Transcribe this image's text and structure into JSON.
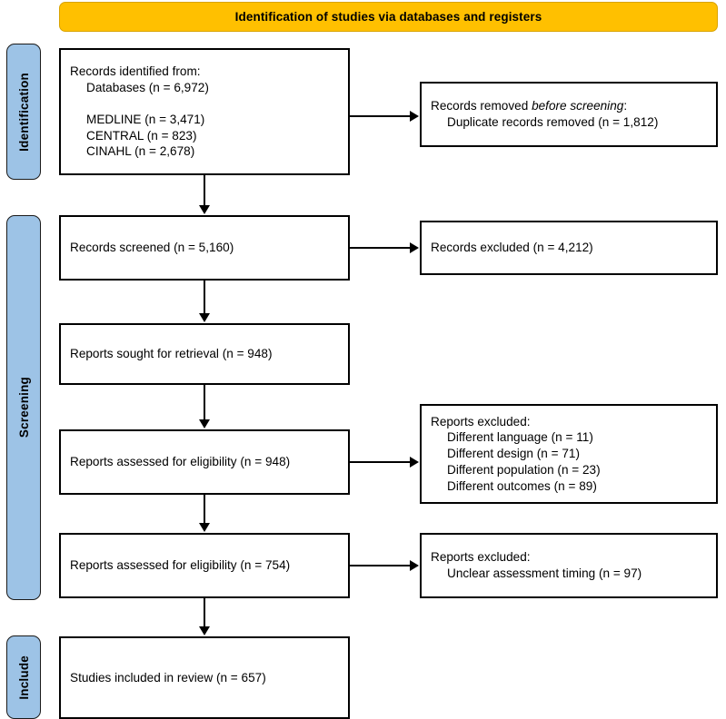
{
  "banner": {
    "title": "Identification of studies via databases and registers"
  },
  "colors": {
    "banner_fill": "#FFC000",
    "stage_fill": "#9DC3E6",
    "box_border": "#000000",
    "box_fill": "#FFFFFF",
    "text": "#000000"
  },
  "stages": [
    {
      "label": "Identification"
    },
    {
      "label": "Screening"
    },
    {
      "label": "Include"
    }
  ],
  "boxes": {
    "records_identified": {
      "line1": "Records identified from:",
      "line2": "Databases (n = 6,972)",
      "line3": "",
      "line4": "MEDLINE (n = 3,471)",
      "line5": "CENTRAL (n = 823)",
      "line6": "CINAHL (n = 2,678)"
    },
    "records_removed": {
      "line1_pre": "Records removed ",
      "line1_italic": "before screening",
      "line1_post": ":",
      "line2": "Duplicate records removed (n = 1,812)"
    },
    "records_screened": {
      "line1": "Records screened (n = 5,160)"
    },
    "records_excluded": {
      "line1": "Records excluded (n = 4,212)"
    },
    "reports_sought": {
      "line1": "Reports sought for retrieval (n = 948)"
    },
    "reports_assessed_1": {
      "line1": "Reports assessed for eligibility (n = 948)"
    },
    "reports_excluded_1": {
      "line1": "Reports excluded:",
      "line2": "Different language (n = 11)",
      "line3": "Different design (n = 71)",
      "line4": "Different population (n = 23)",
      "line5": "Different outcomes (n = 89)"
    },
    "reports_assessed_2": {
      "line1": "Reports assessed for eligibility (n = 754)"
    },
    "reports_excluded_2": {
      "line1": "Reports excluded:",
      "line2": "Unclear assessment timing (n = 97)"
    },
    "studies_included": {
      "line1": "Studies included in review (n = 657)"
    }
  }
}
